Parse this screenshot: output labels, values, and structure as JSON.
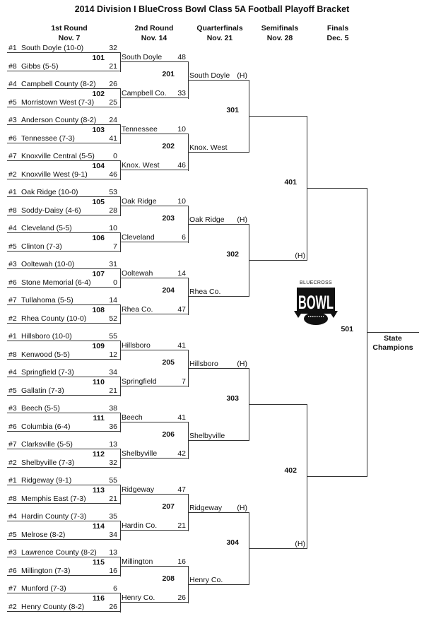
{
  "title": "2014 Division I BlueCross Bowl Class 5A Football Playoff Bracket",
  "rounds": [
    {
      "name": "1st Round",
      "date": "Nov. 7"
    },
    {
      "name": "2nd Round",
      "date": "Nov. 14"
    },
    {
      "name": "Quarterfinals",
      "date": "Nov. 21"
    },
    {
      "name": "Semifinals",
      "date": "Nov. 28"
    },
    {
      "name": "Finals",
      "date": "Dec. 5"
    }
  ],
  "round1": [
    {
      "game": "101",
      "teams": [
        {
          "seed": "#1",
          "name": "South Doyle (10-0)",
          "score": "32"
        },
        {
          "seed": "#8",
          "name": "Gibbs (5-5)",
          "score": "21"
        }
      ]
    },
    {
      "game": "102",
      "teams": [
        {
          "seed": "#4",
          "name": "Campbell County (8-2)",
          "score": "26"
        },
        {
          "seed": "#5",
          "name": "Morristown West (7-3)",
          "score": "25"
        }
      ]
    },
    {
      "game": "103",
      "teams": [
        {
          "seed": "#3",
          "name": "Anderson County (8-2)",
          "score": "24"
        },
        {
          "seed": "#6",
          "name": "Tennessee (7-3)",
          "score": "41"
        }
      ]
    },
    {
      "game": "104",
      "teams": [
        {
          "seed": "#7",
          "name": "Knoxville Central (5-5)",
          "score": "0"
        },
        {
          "seed": "#2",
          "name": "Knoxville West (9-1)",
          "score": "46"
        }
      ]
    },
    {
      "game": "105",
      "teams": [
        {
          "seed": "#1",
          "name": "Oak Ridge (10-0)",
          "score": "53"
        },
        {
          "seed": "#8",
          "name": "Soddy-Daisy (4-6)",
          "score": "28"
        }
      ]
    },
    {
      "game": "106",
      "teams": [
        {
          "seed": "#4",
          "name": "Cleveland (5-5)",
          "score": "10"
        },
        {
          "seed": "#5",
          "name": "Clinton (7-3)",
          "score": "7"
        }
      ]
    },
    {
      "game": "107",
      "teams": [
        {
          "seed": "#3",
          "name": "Ooltewah (10-0)",
          "score": "31"
        },
        {
          "seed": "#6",
          "name": "Stone Memorial (6-4)",
          "score": "0"
        }
      ]
    },
    {
      "game": "108",
      "teams": [
        {
          "seed": "#7",
          "name": "Tullahoma (5-5)",
          "score": "14"
        },
        {
          "seed": "#2",
          "name": "Rhea County (10-0)",
          "score": "52"
        }
      ]
    },
    {
      "game": "109",
      "teams": [
        {
          "seed": "#1",
          "name": "Hillsboro (10-0)",
          "score": "55"
        },
        {
          "seed": "#8",
          "name": "Kenwood (5-5)",
          "score": "12"
        }
      ]
    },
    {
      "game": "110",
      "teams": [
        {
          "seed": "#4",
          "name": "Springfield (7-3)",
          "score": "34"
        },
        {
          "seed": "#5",
          "name": "Gallatin (7-3)",
          "score": "21"
        }
      ]
    },
    {
      "game": "111",
      "teams": [
        {
          "seed": "#3",
          "name": "Beech (5-5)",
          "score": "38"
        },
        {
          "seed": "#6",
          "name": "Columbia (6-4)",
          "score": "36"
        }
      ]
    },
    {
      "game": "112",
      "teams": [
        {
          "seed": "#7",
          "name": "Clarksville (5-5)",
          "score": "13"
        },
        {
          "seed": "#2",
          "name": "Shelbyville (7-3)",
          "score": "32"
        }
      ]
    },
    {
      "game": "113",
      "teams": [
        {
          "seed": "#1",
          "name": "Ridgeway (9-1)",
          "score": "55"
        },
        {
          "seed": "#8",
          "name": "Memphis East (7-3)",
          "score": "21"
        }
      ]
    },
    {
      "game": "114",
      "teams": [
        {
          "seed": "#4",
          "name": "Hardin County (7-3)",
          "score": "35"
        },
        {
          "seed": "#5",
          "name": "Melrose (8-2)",
          "score": "34"
        }
      ]
    },
    {
      "game": "115",
      "teams": [
        {
          "seed": "#3",
          "name": "Lawrence County (8-2)",
          "score": "13"
        },
        {
          "seed": "#6",
          "name": "Millington (7-3)",
          "score": "16"
        }
      ]
    },
    {
      "game": "116",
      "teams": [
        {
          "seed": "#7",
          "name": "Munford (7-3)",
          "score": "6"
        },
        {
          "seed": "#2",
          "name": "Henry County (8-2)",
          "score": "26"
        }
      ]
    }
  ],
  "round2": {
    "games": [
      "201",
      "202",
      "203",
      "204",
      "205",
      "206",
      "207",
      "208"
    ],
    "slots": [
      {
        "name": "South Doyle",
        "score": "48"
      },
      {
        "name": "Campbell Co.",
        "score": "33"
      },
      {
        "name": "Tennessee",
        "score": "10"
      },
      {
        "name": "Knox. West",
        "score": "46"
      },
      {
        "name": "Oak Ridge",
        "score": "10"
      },
      {
        "name": "Cleveland",
        "score": "6"
      },
      {
        "name": "Ooltewah",
        "score": "14"
      },
      {
        "name": "Rhea Co.",
        "score": "47"
      },
      {
        "name": "Hillsboro",
        "score": "41"
      },
      {
        "name": "Springfield",
        "score": "7"
      },
      {
        "name": "Beech",
        "score": "41"
      },
      {
        "name": "Shelbyville",
        "score": "42"
      },
      {
        "name": "Ridgeway",
        "score": "47"
      },
      {
        "name": "Hardin Co.",
        "score": "21"
      },
      {
        "name": "Millington",
        "score": "16"
      },
      {
        "name": "Henry Co.",
        "score": "26"
      }
    ]
  },
  "quarterfinals": {
    "games": [
      "301",
      "302",
      "303",
      "304"
    ],
    "slots": [
      {
        "name": "South Doyle",
        "home": "(H)"
      },
      {
        "name": "Knox. West",
        "home": ""
      },
      {
        "name": "Oak Ridge",
        "home": "(H)"
      },
      {
        "name": "Rhea Co.",
        "home": ""
      },
      {
        "name": "Hillsboro",
        "home": "(H)"
      },
      {
        "name": "Shelbyville",
        "home": ""
      },
      {
        "name": "Ridgeway",
        "home": "(H)"
      },
      {
        "name": "Henry Co.",
        "home": ""
      }
    ]
  },
  "semifinals": {
    "games": [
      "401",
      "402"
    ],
    "slots": [
      {
        "home": ""
      },
      {
        "home": "(H)"
      },
      {
        "home": ""
      },
      {
        "home": "(H)"
      }
    ]
  },
  "finals": {
    "game": "501"
  },
  "champion_label": "State Champions",
  "logo": {
    "top": "BlueCross",
    "main": "BOWL"
  }
}
